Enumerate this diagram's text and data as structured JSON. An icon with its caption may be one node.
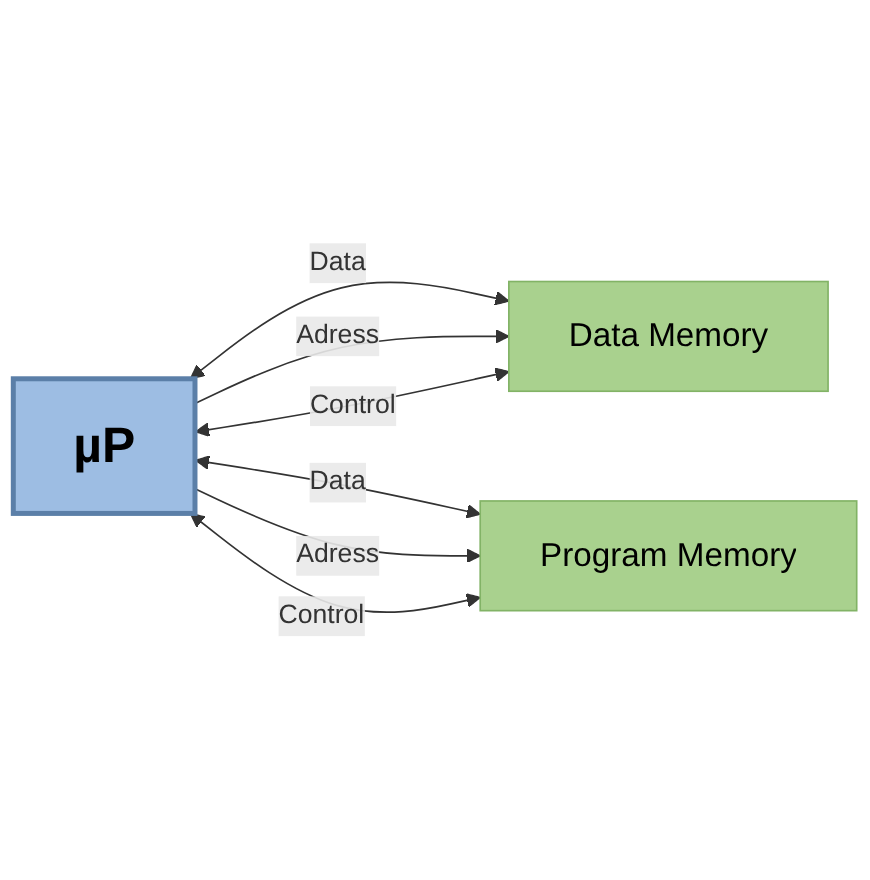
{
  "diagram": {
    "nodes": [
      {
        "text": [
          "µP"
        ]
      },
      {
        "text": [
          "Data Memory"
        ]
      },
      {
        "text": [
          "Program Memory"
        ]
      }
    ],
    "edges": [
      {
        "from": 0,
        "to": 1,
        "arrow": "both",
        "label": "Data"
      },
      {
        "from": 0,
        "to": 1,
        "arrow": "to",
        "label": "Adress"
      },
      {
        "from": 0,
        "to": 1,
        "arrow": "both",
        "label": "Control"
      },
      {
        "from": 0,
        "to": 2,
        "arrow": "both",
        "label": "Data"
      },
      {
        "from": 0,
        "to": 2,
        "arrow": "to",
        "label": "Adress"
      },
      {
        "from": 0,
        "to": 2,
        "arrow": "both",
        "label": "Control"
      }
    ]
  }
}
